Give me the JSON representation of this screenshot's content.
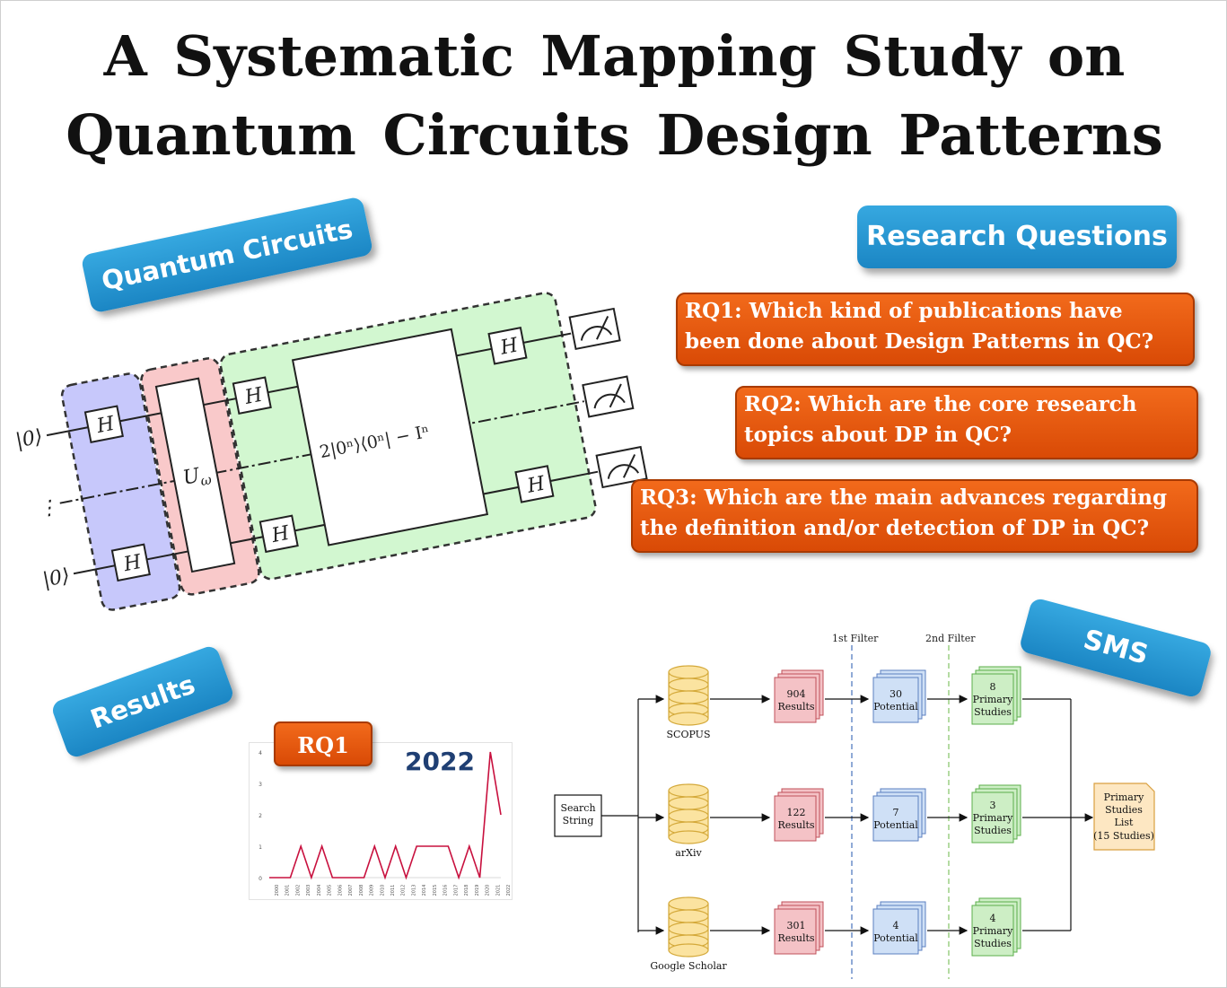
{
  "title": {
    "line1": "A Systematic Mapping Study on",
    "line2": "Quantum Circuits Design Patterns"
  },
  "labels": {
    "quantum_circuits": "Quantum Circuits",
    "research_questions": "Research Questions",
    "results": "Results",
    "sms": "SMS"
  },
  "research_questions": [
    {
      "line1": "RQ1: Which kind of publications have",
      "line2": "been done about Design Patterns in QC?"
    },
    {
      "line1": "RQ2: Which are the core research",
      "line2": "topics about DP in QC?"
    },
    {
      "line1": "RQ3: Which are the main advances regarding",
      "line2": "the definition and/or detection of DP in QC?"
    }
  ],
  "circuit": {
    "input_top": "|0⟩",
    "input_dots": "⋮",
    "input_bottom": "|0⟩",
    "h_gate": "H",
    "oracle": "U",
    "oracle_sub": "ω",
    "diffusion": "2|0ⁿ⟩⟨0ⁿ| − Iⁿ"
  },
  "results": {
    "badge": "RQ1",
    "year_highlight": "2022"
  },
  "chart_data": {
    "type": "line",
    "categories": [
      "2000",
      "2001",
      "2002",
      "2003",
      "2004",
      "2005",
      "2006",
      "2007",
      "2008",
      "2009",
      "2010",
      "2011",
      "2012",
      "2013",
      "2014",
      "2015",
      "2016",
      "2017",
      "2018",
      "2019",
      "2020",
      "2021",
      "2022"
    ],
    "series": [
      {
        "values": [
          0,
          0,
          0,
          1,
          0,
          1,
          0,
          0,
          0,
          0,
          1,
          0,
          1,
          0,
          1,
          1,
          1,
          1,
          0,
          1,
          0,
          4,
          2
        ]
      }
    ],
    "y_ticks": [
      "0",
      "1",
      "2",
      "3",
      "4"
    ],
    "ylim": [
      0,
      4
    ],
    "line_color": "#c8103e",
    "grid": false
  },
  "sms": {
    "filter1": "1st Filter",
    "filter2": "2nd Filter",
    "search_string": [
      "Search",
      "String"
    ],
    "databases": [
      "SCOPUS",
      "arXiv",
      "Google Scholar"
    ],
    "results": [
      [
        "904",
        "Results"
      ],
      [
        "122",
        "Results"
      ],
      [
        "301",
        "Results"
      ]
    ],
    "potential": [
      [
        "30",
        "Potential"
      ],
      [
        "7",
        "Potential"
      ],
      [
        "4",
        "Potential"
      ]
    ],
    "primary": [
      [
        "8",
        "Primary",
        "Studies"
      ],
      [
        "3",
        "Primary",
        "Studies"
      ],
      [
        "4",
        "Primary",
        "Studies"
      ]
    ],
    "final": [
      "Primary",
      "Studies",
      "List",
      "(15 Studies)"
    ]
  },
  "colors": {
    "pill_blue": "#1b86c4",
    "rq_orange": "#e0540c",
    "results_red": "#f4c2c6",
    "potential_blue": "#cfe0f6",
    "primary_green": "#cdeec5",
    "db_yellow": "#fbe3a0",
    "final_orange": "#fde7c2"
  }
}
